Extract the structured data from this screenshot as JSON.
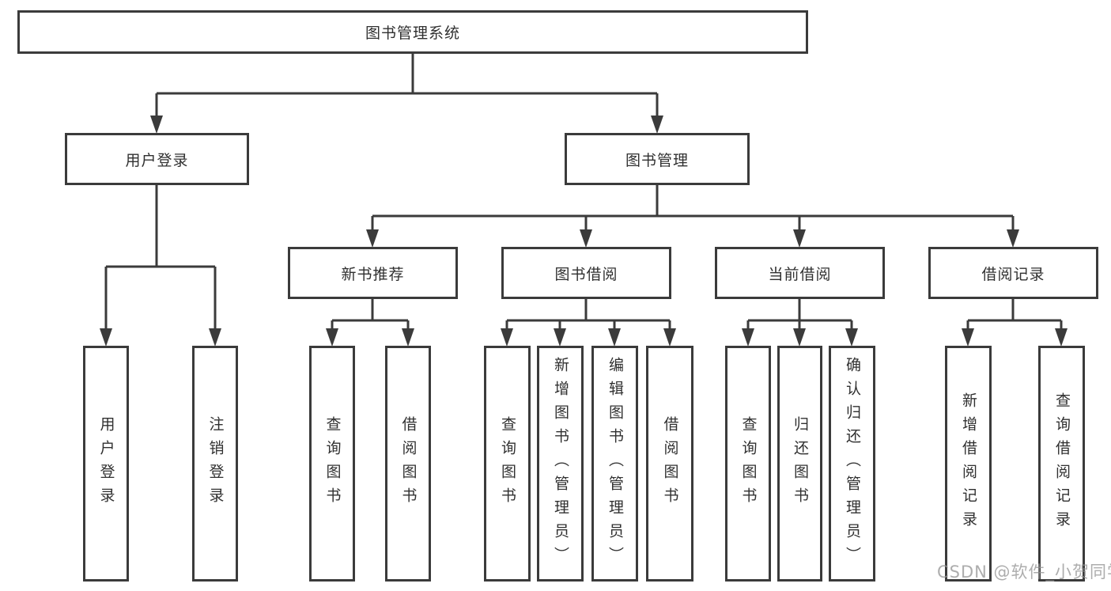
{
  "diagram": {
    "root": {
      "label": "图书管理系统"
    },
    "branches": [
      {
        "label": "用户登录",
        "leaves": [
          {
            "label": "用户登录"
          },
          {
            "label": "注销登录"
          }
        ]
      },
      {
        "label": "图书管理",
        "groups": [
          {
            "label": "新书推荐",
            "leaves": [
              {
                "label": "查询图书"
              },
              {
                "label": "借阅图书"
              }
            ]
          },
          {
            "label": "图书借阅",
            "leaves": [
              {
                "label": "查询图书"
              },
              {
                "label": "新增图书（管理员）"
              },
              {
                "label": "编辑图书（管理员）"
              },
              {
                "label": "借阅图书"
              }
            ]
          },
          {
            "label": "当前借阅",
            "leaves": [
              {
                "label": "查询图书"
              },
              {
                "label": "归还图书"
              },
              {
                "label": "确认归还（管理员）"
              }
            ]
          },
          {
            "label": "借阅记录",
            "leaves": [
              {
                "label": "新增借阅记录"
              },
              {
                "label": "查询借阅记录"
              }
            ]
          }
        ]
      }
    ]
  },
  "watermark": {
    "text": "CSDN @软件_小贺同学"
  },
  "colors": {
    "line": "#3b3b3b",
    "text": "#303030",
    "background": "#ffffff",
    "watermark": "#969696"
  }
}
